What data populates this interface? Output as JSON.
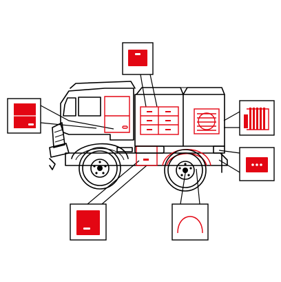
{
  "diagram": {
    "colors": {
      "accent": "#e30613",
      "ink": "#000000",
      "background": "#ffffff"
    },
    "vehicle": {
      "type": "6x6 off-road truck",
      "wheels": 2
    },
    "callouts": [
      {
        "name": "cab-door-side-compartment",
        "icon": "door-panel-icon"
      },
      {
        "name": "top-drawer-compartment",
        "icon": "drawer-icon"
      },
      {
        "name": "hose-reel-compartment",
        "icon": "hose-reel-icon"
      },
      {
        "name": "rear-control-panel",
        "icon": "control-panel-icon"
      },
      {
        "name": "lower-side-locker",
        "icon": "locker-door-icon"
      },
      {
        "name": "wheel-arch-guard",
        "icon": "wheel-arch-icon"
      }
    ]
  }
}
